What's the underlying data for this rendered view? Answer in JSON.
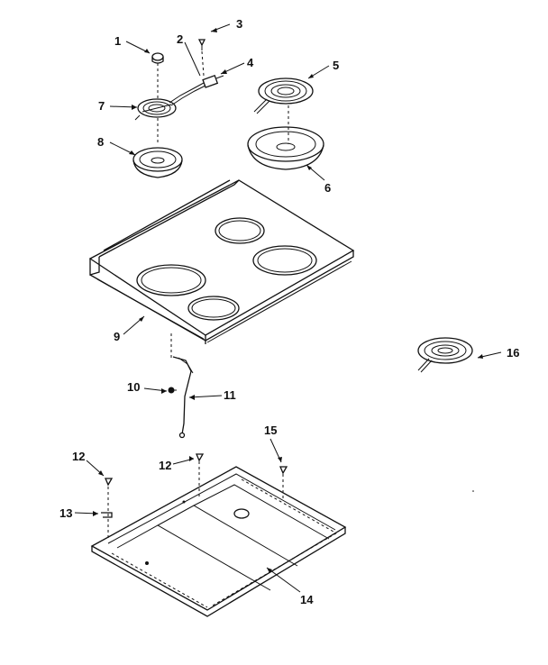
{
  "diagram": {
    "callouts": {
      "c1": "1",
      "c2": "2",
      "c3": "3",
      "c4": "4",
      "c5": "5",
      "c6": "6",
      "c7": "7",
      "c8": "8",
      "c9": "9",
      "c10": "10",
      "c11": "11",
      "c12a": "12",
      "c12b": "12",
      "c13": "13",
      "c14": "14",
      "c15": "15",
      "c16": "16"
    },
    "parts": [
      {
        "ref": "1",
        "icon": "knob-cap-icon"
      },
      {
        "ref": "2",
        "icon": "wire-lead-icon"
      },
      {
        "ref": "3",
        "icon": "screw-icon"
      },
      {
        "ref": "4",
        "icon": "terminal-block-icon"
      },
      {
        "ref": "5",
        "icon": "large-surface-element-icon"
      },
      {
        "ref": "6",
        "icon": "large-drip-bowl-icon"
      },
      {
        "ref": "7",
        "icon": "small-surface-element-icon"
      },
      {
        "ref": "8",
        "icon": "small-drip-bowl-icon"
      },
      {
        "ref": "9",
        "icon": "cooktop-maintop-icon"
      },
      {
        "ref": "10",
        "icon": "screw-icon"
      },
      {
        "ref": "11",
        "icon": "support-rod-icon"
      },
      {
        "ref": "12",
        "icon": "screw-icon"
      },
      {
        "ref": "13",
        "icon": "clip-icon"
      },
      {
        "ref": "14",
        "icon": "bottom-panel-icon"
      },
      {
        "ref": "15",
        "icon": "screw-icon"
      },
      {
        "ref": "16",
        "icon": "surface-element-icon"
      }
    ]
  }
}
